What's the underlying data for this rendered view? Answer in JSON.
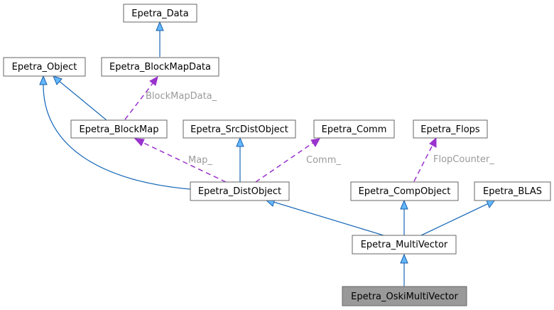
{
  "nodes": {
    "epetra_data": "Epetra_Data",
    "epetra_object": "Epetra_Object",
    "epetra_blockmapdata": "Epetra_BlockMapData",
    "epetra_blockmap": "Epetra_BlockMap",
    "epetra_srcdistobject": "Epetra_SrcDistObject",
    "epetra_comm": "Epetra_Comm",
    "epetra_flops": "Epetra_Flops",
    "epetra_distobject": "Epetra_DistObject",
    "epetra_compobject": "Epetra_CompObject",
    "epetra_blas": "Epetra_BLAS",
    "epetra_multivector": "Epetra_MultiVector",
    "epetra_oskimultivector": "Epetra_OskiMultiVector"
  },
  "edge_labels": {
    "blockmapdata": "BlockMapData_",
    "map": "Map_",
    "comm": "Comm_",
    "flopcounter": "FlopCounter_"
  },
  "colors": {
    "inheritance_edge": "#63b8ff",
    "usage_edge": "#9a32cd",
    "current_node_fill": "#999999"
  }
}
